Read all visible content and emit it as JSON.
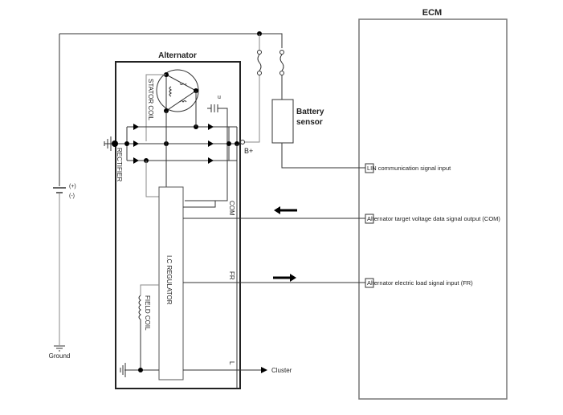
{
  "title_ecm": "ECM",
  "title_alternator": "Alternator",
  "battery_sensor": {
    "line1": "Battery",
    "line2": "sensor"
  },
  "labels": {
    "stator_coil": "STATOR COIL",
    "rectifier": "RECTIFIER",
    "ic_regulator": "I.C REGULATOR",
    "field_coil": "FIELD COIL",
    "b_plus": "B+",
    "com": "COM",
    "fr": "FR",
    "l": "L",
    "cluster": "Cluster",
    "battery_plus": "(+)",
    "battery_minus": "(-)",
    "ground": "Ground",
    "capacitor": "u"
  },
  "ecm_pins": [
    {
      "label": "LIN communication signal input"
    },
    {
      "label": "Alternator target voltage data signal output (COM)"
    },
    {
      "label": "Alternator electric load signal input (FR)"
    }
  ],
  "signal_directions": {
    "com": "to-alternator",
    "fr": "to-ecm"
  }
}
